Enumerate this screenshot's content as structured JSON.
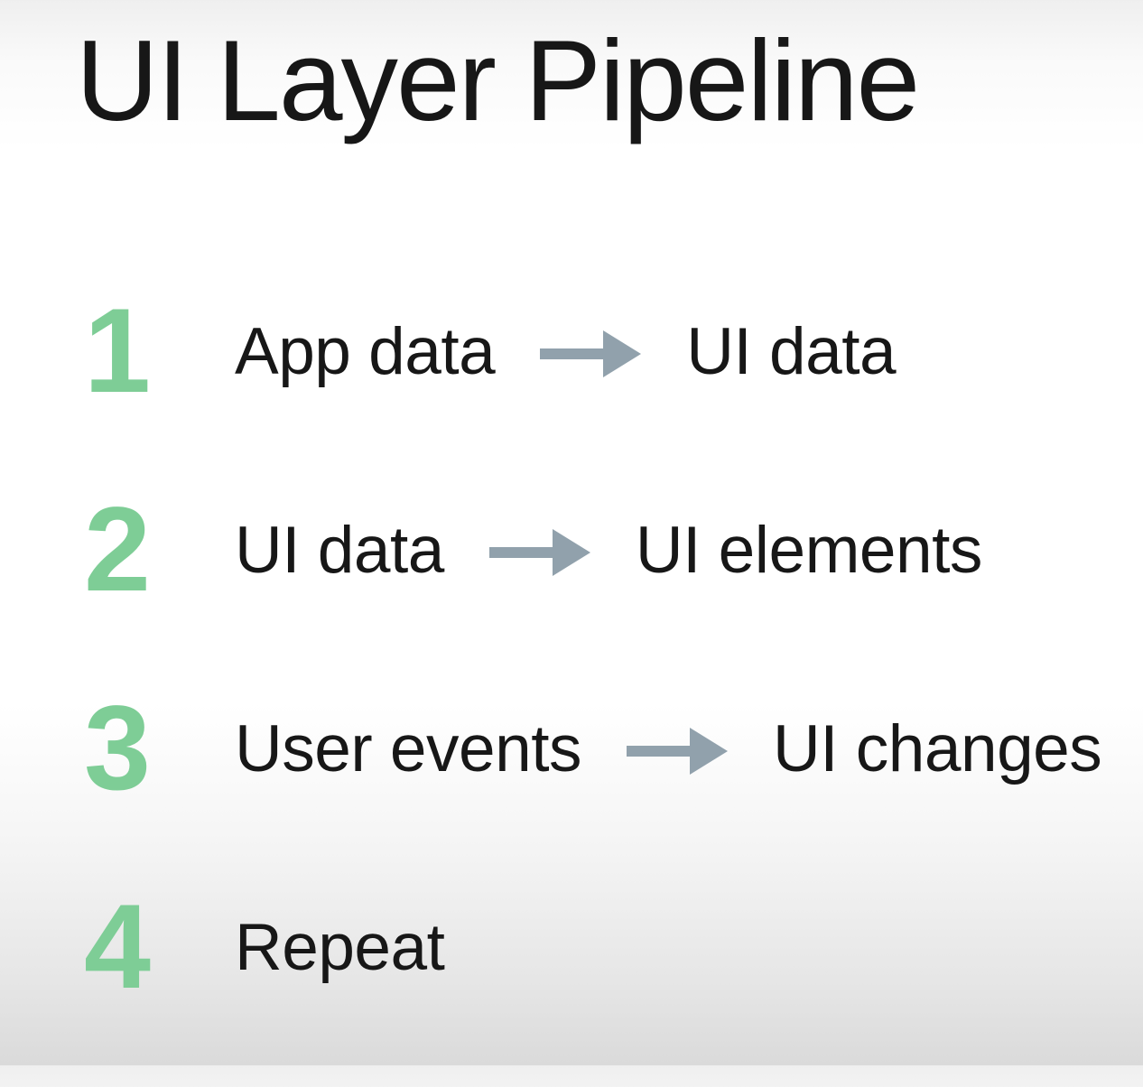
{
  "title": "UI Layer Pipeline",
  "colors": {
    "step_number_green": "#7ecd96",
    "arrow_gray": "#91a1ac",
    "text_dark": "#171717"
  },
  "icons": {
    "arrow": "arrow-right-icon"
  },
  "steps": [
    {
      "number": "1",
      "from": "App data",
      "to": "UI data"
    },
    {
      "number": "2",
      "from": "UI data",
      "to": "UI elements"
    },
    {
      "number": "3",
      "from": "User events",
      "to": "UI changes"
    },
    {
      "number": "4",
      "from": "Repeat",
      "to": ""
    }
  ]
}
